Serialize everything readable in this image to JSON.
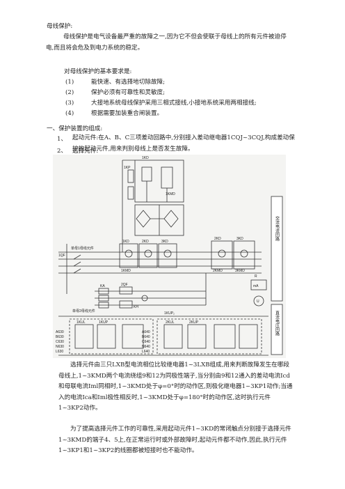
{
  "doc": {
    "title": "母线保护:",
    "intro_1": "母线保护是电气设备最严重的故障之一,因为它不但会使联于母线上的所有元件被迫停电,而且将会危及到电力系统的稳定。",
    "intro_2": "对母线保护的基本要求是:",
    "requirements": [
      {
        "num": "(1)",
        "text": "能快速、有选择地切除故障;"
      },
      {
        "num": "(2)",
        "text": "保护必须有可靠性和灵敏度;"
      },
      {
        "num": "(3)",
        "text": "大接地系统母线保护采用三相式接线,小接地系统采用两相接线;"
      },
      {
        "num": "(4)",
        "text": "根据需要加装重合闸装置。"
      }
    ],
    "section_heading": "一、保护装置的组成:",
    "item1_num": "1、",
    "item1_text": "起动元件:在A、B、C三项差动回路中,分别接入差动继电器1CQJ~3CQJ,构成差动保护的起动元件,用来判别母线上是否发生故障。",
    "item2_num": "2、",
    "item2_text": "选择元件:",
    "para_select_1": "选择元件由三只LXB型电流相位比较继电器1~3LXB组成,用来判断故障发生在哪段母线上,1~3KMD两个电流绕组9和12为同极性端子,当分别由9和12通入的差动电流Icd和母联电流Iml同相时,1~3KMD处于φ=0°时的动作区,则极化继电器1~3KP1动作;当通入的电流Ica和Iml极性相反时,1~3KMD处于φ=180°时的动作区,这时执行元件1~3KP2动作。",
    "para_select_2": "为了提高选择元件工作的可靠性,采用起动元件1~3KD的常闭触点分别接于选择元件1~3KMD的端子4、5上,在正常运行时或外部故障时,起动元件都不动作,因此,执行元件1~3KP1和1~3KP2的线圈都被短接时也不能动作。"
  },
  "figure": {
    "labels": {
      "kd_top": "1KD",
      "kp_left": "1KP",
      "kmd_right": "1KMD",
      "kd_a": "1KD",
      "kd_b": "2KD",
      "kd_c": "3KD",
      "kd_d": "2KD",
      "kd_e": "3KD",
      "kmd_a": "1KMD",
      "kmd_b": "2KMD",
      "kmd_c": "3KMD",
      "bus_label": "单母1母线元件",
      "qf": "1QF",
      "qf2": "2QF",
      "ka_label": "KA",
      "kh_label": "KH",
      "bus2_label": "单母2母线元件",
      "nt_label": "1KUP₂",
      "right_bar_1": "交流电流回路",
      "right_bar_2": "直流电压回路",
      "lb_a": "A630",
      "lb_b": "B630",
      "lb_c": "C630",
      "lb_n": "N630",
      "lb_l": "L630",
      "rb_a": "A640",
      "rb_b": "B640",
      "rb_c": "C640",
      "rb_n": "N640",
      "rb_l": "L640",
      "ml": "mA",
      "ua": "U",
      "kup_a": "1KUL",
      "kup_b": "1KUP",
      "kup_c": "2KUL",
      "kup_d": "2KUP",
      "ri": "R"
    }
  }
}
